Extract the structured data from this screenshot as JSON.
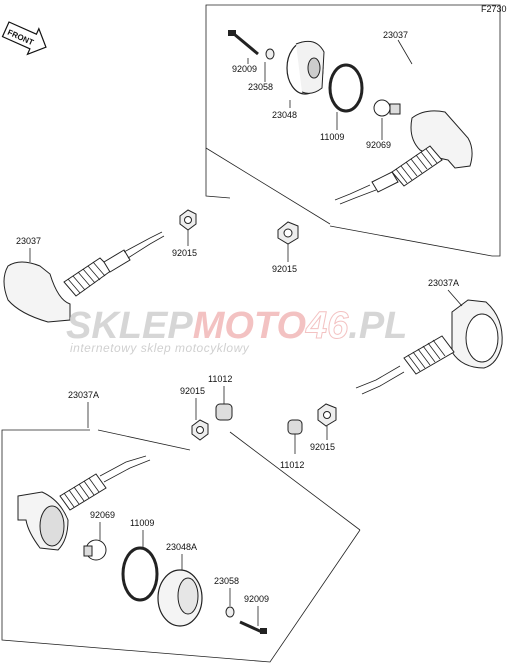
{
  "figure_code": "F2730",
  "front_label": "FRONT",
  "watermark": {
    "brand_a": "SKLEP",
    "brand_b": "MOTO",
    "brand_c": "46",
    "brand_d": ".PL",
    "tagline": "internetowy sklep motocyklowy"
  },
  "labels": {
    "tr_23037": "23037",
    "tr_92009": "92009",
    "tr_23058": "23058",
    "tr_23048": "23048",
    "tr_11009": "11009",
    "tr_92069": "92069",
    "tr_92015": "92015",
    "ml_23037": "23037",
    "ml_92015": "92015",
    "rm_23037A": "23037A",
    "rm_92015": "92015",
    "rm_11012": "11012",
    "bl_23037A": "23037A",
    "bl_92015": "92015",
    "bl_11012": "11012",
    "bl_92069": "92069",
    "bl_11009": "11009",
    "bl_23048A": "23048A",
    "bl_23058": "23058",
    "bl_92009": "92009"
  }
}
